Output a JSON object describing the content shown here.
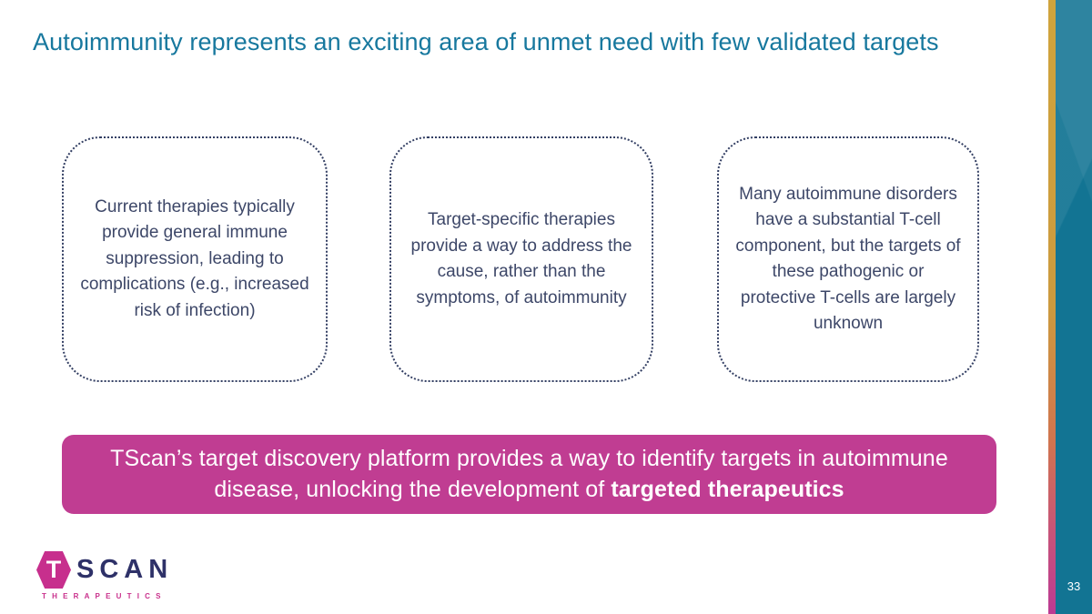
{
  "slide": {
    "title": "Autoimmunity represents an exciting area of unmet need with few validated targets",
    "page_number": "33"
  },
  "boxes": [
    {
      "text": "Current therapies typically provide general immune suppression, leading to complications (e.g., increased risk of infection)"
    },
    {
      "text": "Target-specific therapies provide a way to address the cause, rather than the symptoms, of autoimmunity"
    },
    {
      "text": "Many autoimmune disorders have a substantial T-cell component, but the targets of these pathogenic or protective T-cells are largely unknown"
    }
  ],
  "banner": {
    "text_normal": "TScan’s target discovery platform provides a way to identify targets in autoimmune disease, unlocking the development of ",
    "text_bold": "targeted therapeutics"
  },
  "logo": {
    "hexagon_letter": "T",
    "name": "SCAN",
    "subtitle": "THERAPEUTICS"
  },
  "colors": {
    "title_teal": "#17789E",
    "box_border_navy": "#333F63",
    "box_text_slate": "#3D4768",
    "banner_magenta": "#C03D92",
    "sidebar_teal": "#127493",
    "stripe_gold": "#D0A43C",
    "stripe_magenta": "#BC3A93",
    "logo_magenta": "#C72F8D",
    "logo_navy": "#2E3168"
  }
}
